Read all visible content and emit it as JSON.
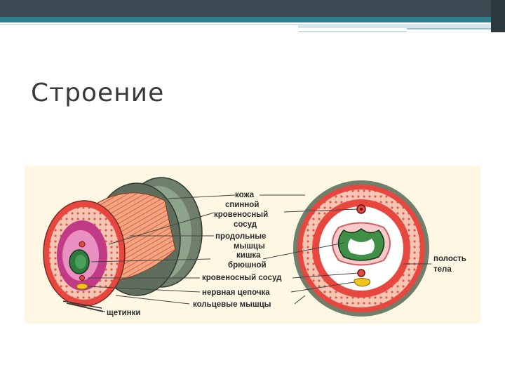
{
  "slide": {
    "title": "Строение"
  },
  "labels": {
    "skin": "кожа",
    "dorsal_vessel_1": "спинной",
    "dorsal_vessel_2": "кровеносный",
    "dorsal_vessel_3": "сосуд",
    "longitudinal_1": "продольные",
    "longitudinal_2": "мышцы",
    "intestine": "кишка",
    "ventral_vessel_1": "брюшной",
    "ventral_vessel_2": "кровеносный сосуд",
    "nerve_chain": "нервная цепочка",
    "circular_muscles": "кольцевые мышцы",
    "setae": "щетинки",
    "body_cavity_1": "полость",
    "body_cavity_2": "тела"
  },
  "colors": {
    "skin_red": "#e8473f",
    "muscle_pink": "#f6b7a6",
    "gut_green": "#3f8f47",
    "nerve_yellow": "#f2c419",
    "outer_gray": "#7f8d7a"
  }
}
